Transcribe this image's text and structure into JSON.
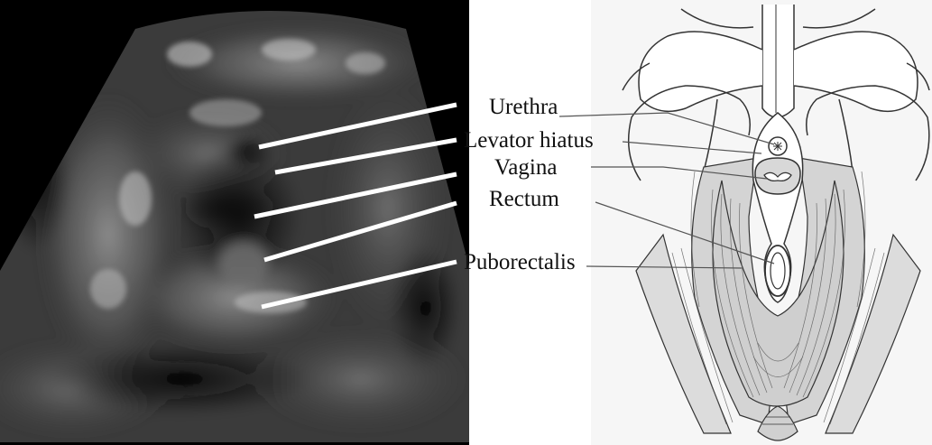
{
  "figure": {
    "labels": {
      "urethra": "Urethra",
      "levator_hiatus": "Levator hiatus",
      "vagina": "Vagina",
      "rectum": "Rectum",
      "puborectalis": "Puborectalis"
    },
    "colors": {
      "ultrasound_background": "#000000",
      "pointer_line": "#ffffff",
      "leader_line": "#555555",
      "drawing_ink": "#333333",
      "muscle_fill": "#d0d0d0"
    }
  }
}
